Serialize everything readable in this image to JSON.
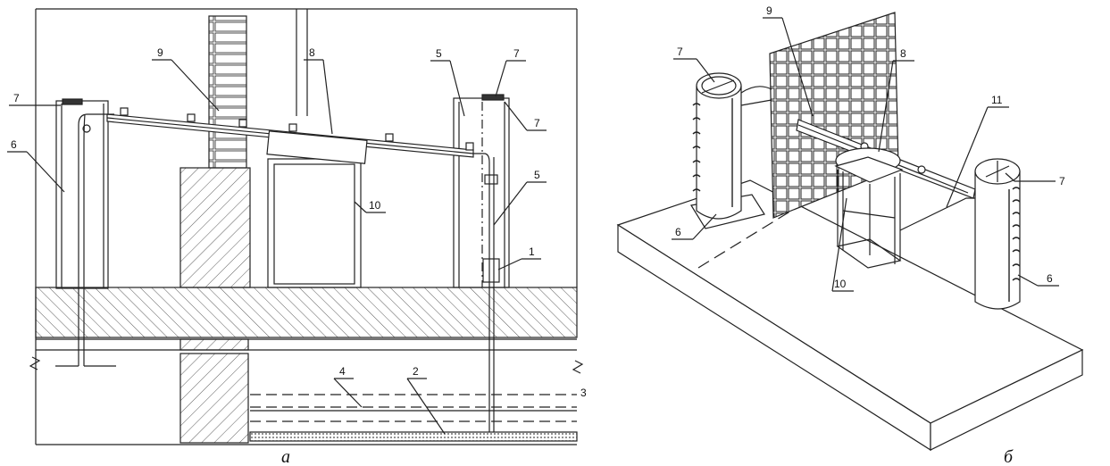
{
  "figure_a": {
    "caption": "а",
    "labels": {
      "l7a": "7",
      "l6": "6",
      "l9": "9",
      "l8": "8",
      "l5a": "5",
      "l7b": "7",
      "l7c": "7",
      "l5b": "5",
      "l10": "10",
      "l1": "1",
      "l4": "4",
      "l2": "2",
      "l3": "3"
    }
  },
  "figure_b": {
    "caption": "б",
    "labels": {
      "l7a": "7",
      "l9": "9",
      "l8": "8",
      "l11": "11",
      "l7b": "7",
      "l6a": "6",
      "l10": "10",
      "l6b": "6"
    }
  }
}
